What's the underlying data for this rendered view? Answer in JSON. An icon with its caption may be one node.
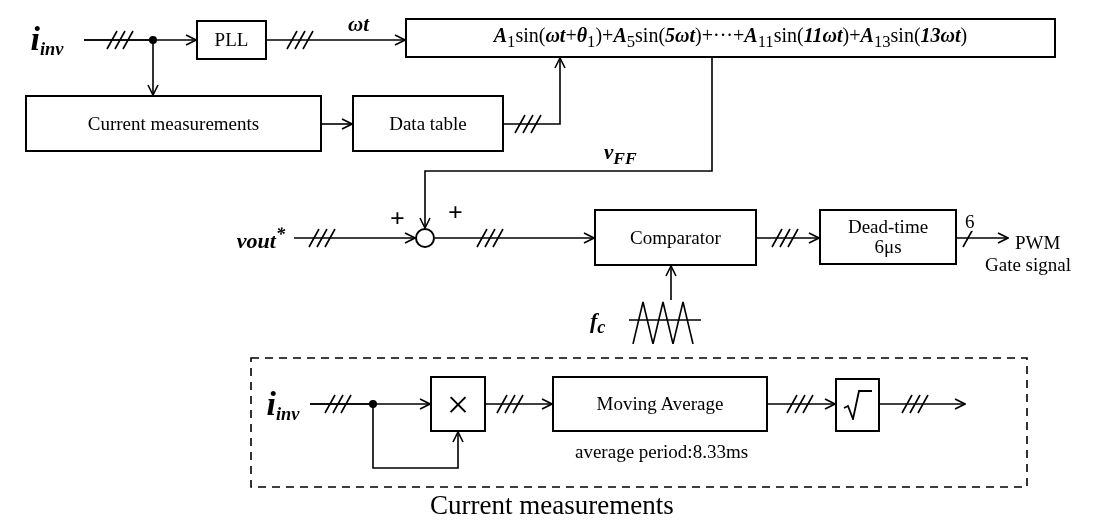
{
  "diagram": {
    "nodes": [
      {
        "text": [
          "*i*$_{inv}$"
        ]
      },
      {
        "text": [
          "PLL"
        ]
      },
      {
        "text": [
          "*A*$_{1}$sin(*ωt*+*θ*$_{1}$)+*A*$_{5}$sin(*5ωt*)+···+*A*$_{11}$sin(*11ωt*)+*A*$_{13}$sin(*13ωt*)"
        ]
      },
      {
        "text": [
          "Current measurements"
        ]
      },
      {
        "text": [
          "Data table"
        ]
      },
      {
        "text": [
          "vout$^{*}$"
        ]
      },
      {
        "text": [],
        "shape": "circle",
        "beside": [
          "+",
          "+"
        ]
      },
      {
        "text": [
          "Comparator"
        ]
      },
      {
        "text": [
          "Dead-time 6μs"
        ]
      },
      {
        "text": [
          "PWM",
          "Gate signal"
        ]
      },
      {
        "text": [],
        "shape": "picture",
        "beside": [
          "f$_{c}$"
        ]
      },
      {
        "text": [
          "Current measurements"
        ]
      },
      {
        "text": [
          "*i*$_{inv}$"
        ],
        "in": 11
      },
      {
        "text": [
          "×"
        ],
        "in": 11
      },
      {
        "text": [
          "Moving Average"
        ],
        "in": 11,
        "beside": [
          "average period:8.33ms"
        ]
      },
      {
        "text": [],
        "shape": "box",
        "in": 11
      }
    ],
    "edges": [
      {
        "from": 0,
        "to": 1,
        "arrow": "to"
      },
      {
        "from": 0,
        "to": 3,
        "arrow": "to"
      },
      {
        "from": 1,
        "to": 2,
        "arrow": "to",
        "label": "ωt"
      },
      {
        "from": 3,
        "to": 4,
        "arrow": "to"
      },
      {
        "from": 4,
        "to": 2,
        "arrow": "to"
      },
      {
        "from": 2,
        "to": 6,
        "arrow": "to",
        "label": "v$_{FF}$"
      },
      {
        "from": 5,
        "to": 6,
        "arrow": "to"
      },
      {
        "from": 6,
        "to": 7,
        "arrow": "to"
      },
      {
        "from": 10,
        "to": 7,
        "arrow": "to"
      },
      {
        "from": 7,
        "to": 8,
        "arrow": "to"
      },
      {
        "from": 8,
        "to": 9,
        "arrow": "to",
        "label": "6"
      },
      {
        "from": 12,
        "to": 13,
        "arrow": "to"
      },
      {
        "from": 12,
        "to": 13,
        "arrow": "to"
      },
      {
        "from": 13,
        "to": 14,
        "arrow": "to"
      },
      {
        "from": 14,
        "to": 15,
        "arrow": "to"
      },
      {
        "from": 15,
        "to": null,
        "arrow": "to"
      }
    ]
  }
}
